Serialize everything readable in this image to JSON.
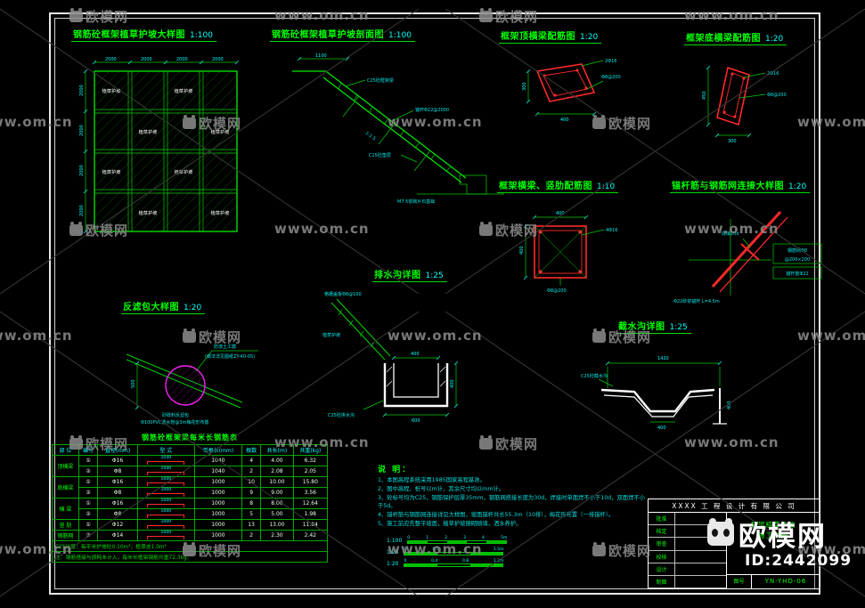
{
  "watermark": {
    "logo_text": "欧模网",
    "url_text": "www.om.cn",
    "big_text": "欧模网",
    "id_text": "ID:2442099"
  },
  "figures": {
    "plan": {
      "title": "钢筋砼框架植草护坡大样图",
      "scale": "1:100",
      "cell_label": "植草护坡",
      "dim_h": "2000",
      "dim_v": "2000"
    },
    "section": {
      "title": "钢筋砼框架植草护坡剖面图",
      "scale": "1:100",
      "dim_top": "1100",
      "label_beam": "C25砼框架梁",
      "label_anchor": "锚杆Φ22@2000",
      "label_cushion": "C15砼垫层",
      "label_foundation": "M7.5浆砌片石基础",
      "label_slope": "1:1.5"
    },
    "top_beam": {
      "title": "框架顶横梁配筋图",
      "scale": "1:20",
      "dim_left": "300",
      "dim_bottom": "400",
      "label_main": "2Φ16",
      "label_stirrup": "Φ8@200"
    },
    "bottom_beam": {
      "title": "框架底横梁配筋图",
      "scale": "1:20",
      "dim_left": "450",
      "dim_bottom": "300",
      "label_main": "2Φ16",
      "label_stirrup": "Φ8@200"
    },
    "beam_rib": {
      "title": "框架横梁、竖肋配筋图",
      "scale": "1:10",
      "dim_top": "400",
      "dim_left": "400",
      "label_main": "4Φ16",
      "label_stirrup": "Φ8@200"
    },
    "anchor": {
      "title": "锚杆筋与钢筋网连接大样图",
      "scale": "1:20",
      "box1_line1": "钢筋网Φ8",
      "box1_line2": "@200×200",
      "box2": "锚杆筋Φ22",
      "label_weld": "焊接10d",
      "label_bar": "Φ22砂浆锚杆 L=4.5m"
    },
    "filter": {
      "title": "反滤包大样图",
      "scale": "1:20",
      "leader_line1": "防渗土工膜",
      "leader_line2": "(做法详见图纸ZY-40-05)",
      "dim_left": "500",
      "label_pack": "砂砾料反滤包",
      "label_pipe": "Φ100PVC透水管@3m梅花形布置"
    },
    "drain": {
      "title": "排水沟详图",
      "scale": "1:25",
      "label_cover": "格栅盖板Φ8@100",
      "label_grass": "植草护坡",
      "dim_width": "400",
      "dim_depth": "400",
      "dim_bottom": "600",
      "label_name": "C25砼排水沟"
    },
    "intercept": {
      "title": "截水沟详图",
      "scale": "1:25",
      "dim_top": "1420",
      "dim_bottom": "400",
      "dim_right": "400",
      "label_name": "C25砼截水沟"
    }
  },
  "rebar_table": {
    "title": "钢筋砼框架梁每米长钢筋表",
    "headers": [
      "部 位",
      "编号",
      "直径(mm)",
      "型 式",
      "单根长(mm)",
      "根数",
      "共长(m)",
      "共重(kg)"
    ],
    "rows": [
      {
        "part": "顶横梁",
        "span": 2,
        "no": "①",
        "dia": "Φ16",
        "shape_dim": "1040",
        "len": "1040",
        "count": "4",
        "total_len": "4.00",
        "total_wt": "6.32"
      },
      {
        "no": "②",
        "dia": "Φ8",
        "shape_dim": "1040",
        "len": "1040",
        "count": "2",
        "total_len": "2.08",
        "total_wt": "2.05"
      },
      {
        "part": "底横梁",
        "span": 2,
        "no": "①",
        "dia": "Φ16",
        "shape_dim": "1000",
        "len": "1000",
        "count": "10",
        "total_len": "10.00",
        "total_wt": "15.80"
      },
      {
        "no": "②",
        "dia": "Φ8",
        "shape_dim": "1000",
        "len": "1000",
        "count": "9",
        "total_len": "9.00",
        "total_wt": "3.56"
      },
      {
        "part": "横 梁",
        "span": 2,
        "no": "①",
        "dia": "Φ16",
        "shape_dim": "1000",
        "len": "1000",
        "count": "8",
        "total_len": "8.00",
        "total_wt": "12.64"
      },
      {
        "no": "②",
        "dia": "Φ8",
        "shape_dim": "1000",
        "len": "1000",
        "count": "5",
        "total_len": "5.00",
        "total_wt": "1.98"
      },
      {
        "part": "竖 肋",
        "span": 1,
        "no": "①",
        "dia": "Φ12",
        "shape_dim": "1000",
        "len": "1000",
        "count": "13",
        "total_len": "13.00",
        "total_wt": "11.84"
      },
      {
        "part": "钢筋网",
        "span": 1,
        "no": "③",
        "dia": "Φ14",
        "shape_dim": "1000",
        "len": "1000",
        "count": "2",
        "total_len": "2.30",
        "total_wt": "2.42"
      }
    ],
    "footers": [
      "C25砼量：每平米护坡砼0.10m³，植草皮1.0m²",
      "注：钢筋搭接与损耗未计入，每米长框架钢筋共重72.3kg。"
    ]
  },
  "notes": {
    "title": "说 明：",
    "lines": [
      "1、本图高程系统采用1985国家高程基准。",
      "2、图中高程、桩号以m计，其余尺寸均以mm计。",
      "3、砼标号均为C25，钢筋保护层厚35mm，钢筋网搭接长度为30d，焊接时单面焊不小于10d，双面焊不小于5d。",
      "4、锚杆筋与钢筋网连接详见大样图，坡面锚杆共长55.3m（10排），梅花形布置（一排锚杆）。",
      "5、施工前应先整平坡面，植草护坡随砌随填，洒水养护。"
    ]
  },
  "scale_bars": [
    {
      "label": "1:100",
      "ticks": [
        "0",
        "1",
        "2",
        "3",
        "4",
        "5m"
      ]
    },
    {
      "label": "1:25",
      "ticks": [
        "0",
        "0.5",
        "1",
        "1.5m"
      ]
    },
    {
      "label": "1:20",
      "ticks": [
        "0",
        "0.4",
        "0.8",
        "1.2m"
      ]
    }
  ],
  "title_block": {
    "company": "XXXX 工 程 设 计 有 限 公 司",
    "left_labels": [
      "批准",
      "核定",
      "审查",
      "校核",
      "设计",
      "制图"
    ],
    "drawing_name_line1": "框架植草护坡",
    "drawing_name_line2": "施工详图",
    "no_label": "图号",
    "drawing_no": "YN-YHD-06"
  }
}
